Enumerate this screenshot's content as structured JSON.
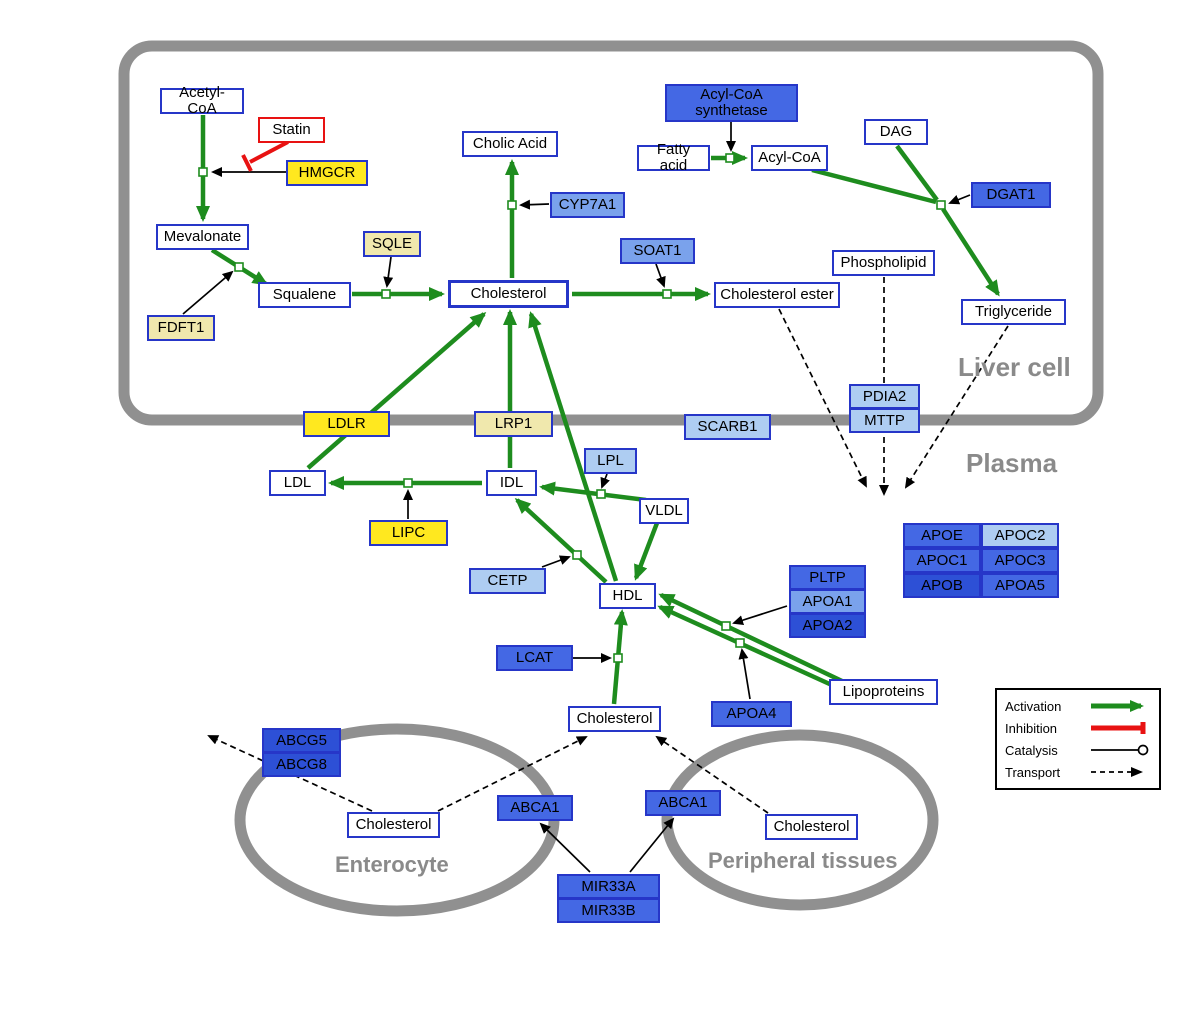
{
  "compartments": {
    "liver": "Liver cell",
    "plasma": "Plasma",
    "enterocyte": "Enterocyte",
    "peripheral": "Peripheral tissues"
  },
  "nodes": {
    "acetyl_coa": "Acetyl-CoA",
    "statin": "Statin",
    "hmgcr": "HMGCR",
    "mevalonate": "Mevalonate",
    "sqle": "SQLE",
    "fdft1": "FDFT1",
    "squalene": "Squalene",
    "cholesterol_liver": "Cholesterol",
    "cholic_acid": "Cholic Acid",
    "cyp7a1": "CYP7A1",
    "soat1": "SOAT1",
    "cholesterol_ester": "Cholesterol ester",
    "acyl_coa_synthetase": "Acyl-CoA synthetase",
    "fatty_acid": "Fatty acid",
    "acyl_coa": "Acyl-CoA",
    "dag": "DAG",
    "dgat1": "DGAT1",
    "phospholipid": "Phospholipid",
    "triglyceride": "Triglyceride",
    "pdia2": "PDIA2",
    "mttp": "MTTP",
    "ldlr": "LDLR",
    "lrp1": "LRP1",
    "scarb1": "SCARB1",
    "ldl": "LDL",
    "idl": "IDL",
    "lpl": "LPL",
    "vldl": "VLDL",
    "lipc": "LIPC",
    "cetp": "CETP",
    "hdl": "HDL",
    "pltp": "PLTP",
    "apoa1": "APOA1",
    "apoa2": "APOA2",
    "lcat": "LCAT",
    "apoa4": "APOA4",
    "lipoproteins": "Lipoproteins",
    "apoe": "APOE",
    "apoc2": "APOC2",
    "apoc1": "APOC1",
    "apoc3": "APOC3",
    "apob": "APOB",
    "apoa5": "APOA5",
    "cholesterol_plasma": "Cholesterol",
    "abcg5": "ABCG5",
    "abcg8": "ABCG8",
    "cholesterol_enterocyte": "Cholesterol",
    "abca1_enterocyte": "ABCA1",
    "abca1_peripheral": "ABCA1",
    "cholesterol_peripheral": "Cholesterol",
    "mir33a": "MIR33A",
    "mir33b": "MIR33B"
  },
  "legend": {
    "activation": "Activation",
    "inhibition": "Inhibition",
    "catalysis": "Catalysis",
    "transport": "Transport"
  },
  "colors": {
    "activation": "#1e8c1e",
    "inhibition": "#e81212",
    "membrane": "#909090",
    "node_border": "#2636c8",
    "gene_yellow": "#ffe81f",
    "gene_khaki": "#f0e8ad",
    "gene_light_blue": "#aecdf2",
    "gene_medium_blue": "#7aa2ec",
    "gene_blue": "#4468e4",
    "gene_dark_blue": "#2d50d6"
  }
}
